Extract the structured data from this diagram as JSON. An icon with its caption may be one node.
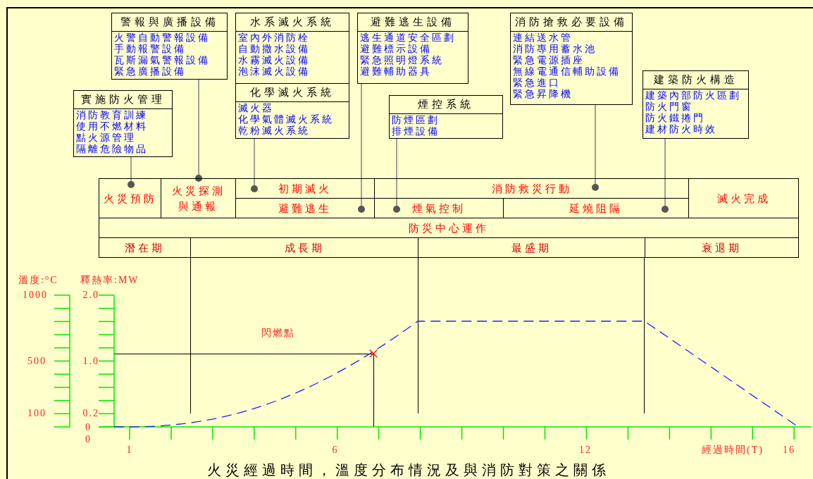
{
  "diagram": {
    "caption": "火災經過時間，溫度分布情況及與消防對策之關係",
    "nodes": [
      {
        "text": [
          "實施防火管理",
          "消防教育訓練",
          "使用不燃材料",
          "點火源管理",
          "隔離危險物品"
        ]
      },
      {
        "text": [
          "警報與廣播設備",
          "火警自動警報設備",
          "手動報警設備",
          "瓦斯漏氣警報設備",
          "緊急廣播設備"
        ]
      },
      {
        "text": [
          "水系滅火系統",
          "室內外消防栓",
          "自動撒水設備",
          "水霧滅火設備",
          "泡沫滅火設備"
        ]
      },
      {
        "text": [
          "化學滅火系統",
          "滅火器",
          "化學氣體滅火系統",
          "乾粉滅火系統"
        ]
      },
      {
        "text": [
          "避難逃生設備",
          "逃生通道安全區劃",
          "避難標示設備",
          "緊急照明燈系統",
          "避難輔助器具"
        ]
      },
      {
        "text": [
          "煙控系統",
          "防煙區劃",
          "排煙設備"
        ]
      },
      {
        "text": [
          "消防搶救必要設備",
          "連結送水管",
          "消防專用蓄水池",
          "緊急電源插座",
          "無線電通信輔助設備",
          "緊急進口",
          "緊急昇降機"
        ]
      },
      {
        "text": [
          "建築防火構造",
          "建築內部防火區劃",
          "防火門窗",
          "防火鐵捲門",
          "建材防火時效"
        ]
      },
      {
        "text": [
          "火災預防"
        ]
      },
      {
        "text": [
          "火災探測與通報"
        ]
      },
      {
        "text": [
          "初期滅火"
        ]
      },
      {
        "text": [
          "消防救災行動"
        ]
      },
      {
        "text": [
          "滅火完成"
        ]
      },
      {
        "text": [
          "避難逃生"
        ]
      },
      {
        "text": [
          "煙氣控制"
        ]
      },
      {
        "text": [
          "延燒阻隔"
        ]
      },
      {
        "text": [
          "防災中心運作"
        ]
      },
      {
        "text": [
          "潛在期"
        ]
      },
      {
        "text": [
          "成長期"
        ]
      },
      {
        "text": [
          "最盛期"
        ]
      },
      {
        "text": [
          "衰退期"
        ]
      }
    ],
    "edges": [
      {
        "from": 0,
        "to": 8,
        "arrow": "other"
      },
      {
        "from": 1,
        "to": 9,
        "arrow": "other"
      },
      {
        "from": 3,
        "to": 10,
        "arrow": "other"
      },
      {
        "from": 4,
        "to": 13,
        "arrow": "other"
      },
      {
        "from": 5,
        "to": 14,
        "arrow": "other"
      },
      {
        "from": 6,
        "to": 11,
        "arrow": "other"
      },
      {
        "from": 7,
        "to": 15,
        "arrow": "other"
      }
    ],
    "labels": [
      "溫度:$^{o}$C",
      "釋熱率:MW",
      "1000",
      "2.0",
      "閃燃點",
      "500",
      "1.0",
      "100",
      "0.2",
      "0",
      "0",
      "1",
      "6",
      "12",
      "經過時間(T)",
      "16"
    ]
  }
}
